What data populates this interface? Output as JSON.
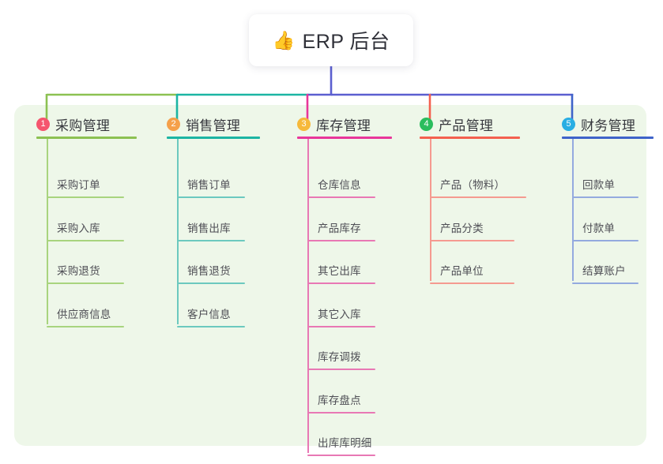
{
  "root": {
    "icon": "thumbs-up-icon",
    "icon_glyph": "👍",
    "title": "ERP 后台"
  },
  "palette": {
    "canvas_bg": "#eef7e9",
    "page_bg": "#ffffff",
    "root_stem": "#5b5fd0",
    "title_text": "#36373d",
    "leaf_text": "#4e4e55"
  },
  "branches": [
    {
      "number": "1",
      "title": "采购管理",
      "badge_color": "#f5556e",
      "line_color": "#8cc152",
      "leaf_line_color": "#a8d47e",
      "items": [
        {
          "label": "采购订单"
        },
        {
          "label": "采购入库"
        },
        {
          "label": "采购退货"
        },
        {
          "label": "供应商信息"
        }
      ]
    },
    {
      "number": "2",
      "title": "销售管理",
      "badge_color": "#f5a04a",
      "line_color": "#1cb5a3",
      "leaf_line_color": "#6cc9bf",
      "items": [
        {
          "label": "销售订单"
        },
        {
          "label": "销售出库"
        },
        {
          "label": "销售退货"
        },
        {
          "label": "客户信息"
        }
      ]
    },
    {
      "number": "3",
      "title": "库存管理",
      "badge_color": "#f6b93b",
      "line_color": "#e8369a",
      "leaf_line_color": "#e878b4",
      "items": [
        {
          "label": "仓库信息"
        },
        {
          "label": "产品库存"
        },
        {
          "label": "其它出库"
        },
        {
          "label": "其它入库"
        },
        {
          "label": "库存调拨"
        },
        {
          "label": "库存盘点"
        },
        {
          "label": "出库库明细"
        }
      ]
    },
    {
      "number": "4",
      "title": "产品管理",
      "badge_color": "#2bbd5e",
      "line_color": "#f4604f",
      "leaf_line_color": "#f59a90",
      "items": [
        {
          "label": "产品（物料）"
        },
        {
          "label": "产品分类"
        },
        {
          "label": "产品单位"
        }
      ]
    },
    {
      "number": "5",
      "title": "财务管理",
      "badge_color": "#29aee3",
      "line_color": "#3f63c9",
      "leaf_line_color": "#94aadf",
      "items": [
        {
          "label": "回款单"
        },
        {
          "label": "付款单"
        },
        {
          "label": "结算账户"
        }
      ]
    }
  ]
}
